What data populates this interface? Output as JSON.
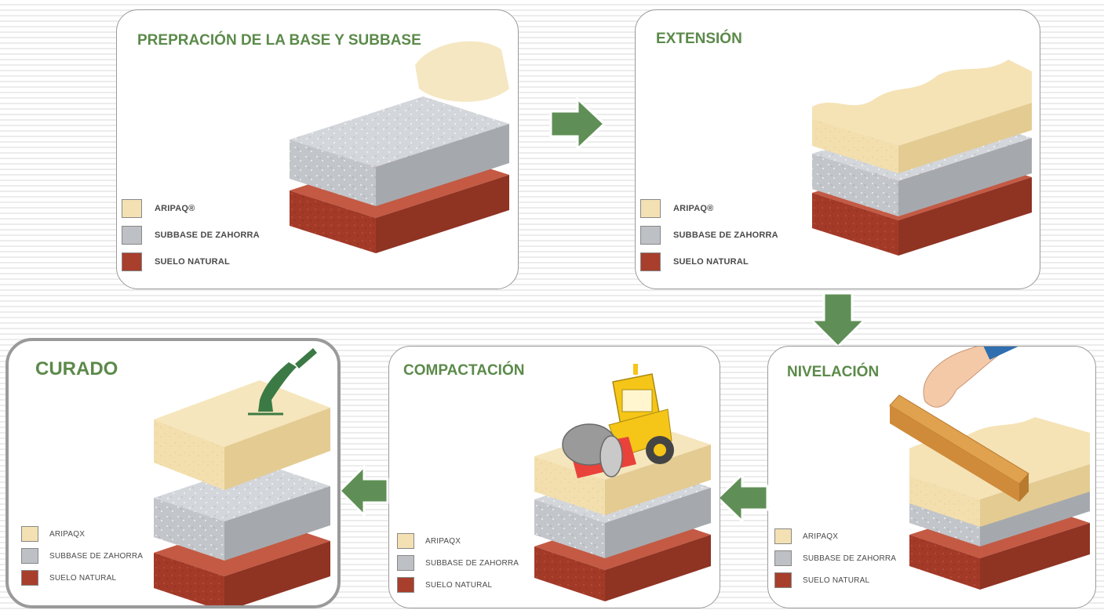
{
  "colors": {
    "aripaq": "#f4e1b3",
    "subbase": "#bdc0c4",
    "suelo": "#a83e2c",
    "arrow_fill": "#5f8f56",
    "arrow_stroke": "#ffffff",
    "title_green": "#5b8a4a",
    "panel_border": "#9a9a9a"
  },
  "panels": [
    {
      "title": "PREPRACIÓN DE LA BASE Y SUBBASE",
      "legend": [
        {
          "label": "ARIPAQ®",
          "color": "#f4e1b3"
        },
        {
          "label": "SUBBASE DE ZAHORRA",
          "color": "#bdc0c4"
        },
        {
          "label": "SUELO NATURAL",
          "color": "#a83e2c"
        }
      ],
      "icon": "sand-pile-icon"
    },
    {
      "title": "EXTENSIÓN",
      "legend": [
        {
          "label": "ARIPAQ®",
          "color": "#f4e1b3"
        },
        {
          "label": "SUBBASE DE ZAHORRA",
          "color": "#bdc0c4"
        },
        {
          "label": "SUELO NATURAL",
          "color": "#a83e2c"
        }
      ],
      "icon": "wavy-layer-icon"
    },
    {
      "title": "NIVELACIÓN",
      "legend": [
        {
          "label": "ARIPAQX",
          "color": "#f4e1b3"
        },
        {
          "label": "SUBBASE DE ZAHORRA",
          "color": "#bdc0c4"
        },
        {
          "label": "SUELO NATURAL",
          "color": "#a83e2c"
        }
      ],
      "icon": "hand-leveling-board-icon"
    },
    {
      "title": "COMPACTACIÓN",
      "legend": [
        {
          "label": "ARIPAQX",
          "color": "#f4e1b3"
        },
        {
          "label": "SUBBASE DE ZAHORRA",
          "color": "#bdc0c4"
        },
        {
          "label": "SUELO NATURAL",
          "color": "#a83e2c"
        }
      ],
      "icon": "road-roller-icon"
    },
    {
      "title": "CURADO",
      "legend": [
        {
          "label": "ARIPAQX",
          "color": "#f4e1b3"
        },
        {
          "label": "SUBBASE DE ZAHORRA",
          "color": "#bdc0c4"
        },
        {
          "label": "SUELO NATURAL",
          "color": "#a83e2c"
        }
      ],
      "icon": "water-hose-icon"
    }
  ],
  "arrows": [
    "arrow-right-icon",
    "arrow-down-icon",
    "arrow-left-icon",
    "arrow-left-icon"
  ]
}
